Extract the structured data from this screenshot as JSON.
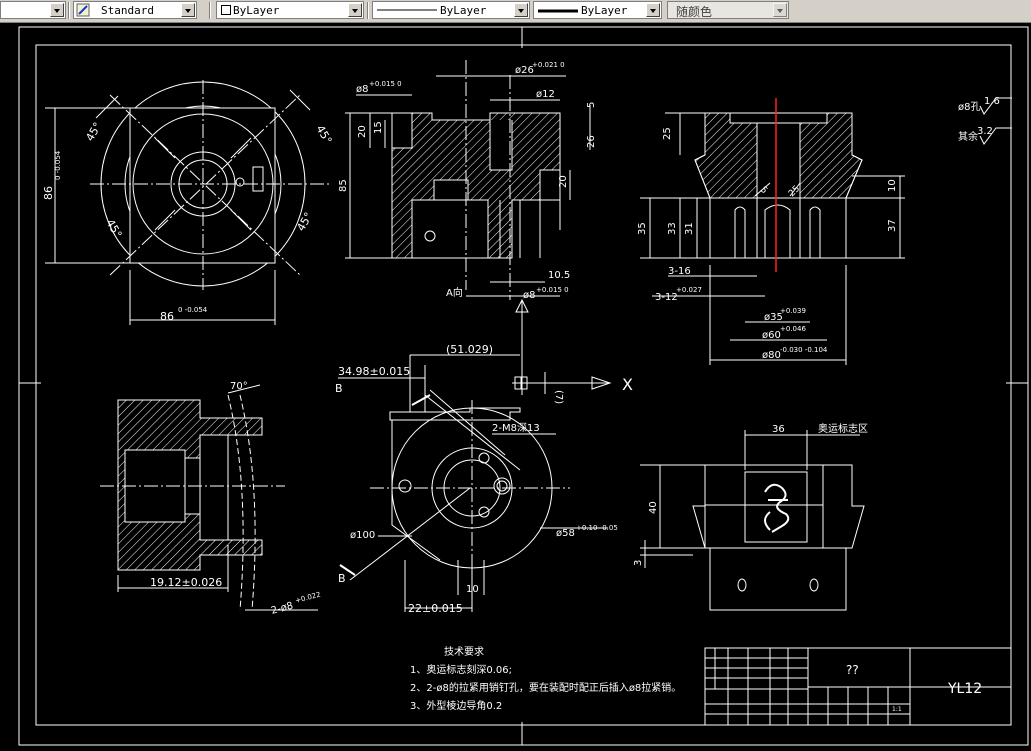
{
  "toolbar": {
    "textstyle": "Standard",
    "layer": "ByLayer",
    "linetype": "ByLayer",
    "lineweight": "ByLayer",
    "color": "随颜色"
  },
  "dims": {
    "d86_top": "86",
    "d86_top_tol": "0 -0.054",
    "d86_left": "86",
    "d86_left_tol": "0 -0.054",
    "a45": "45°",
    "d8": "ø8",
    "d8_tol": "+0.015 0",
    "d26": "ø26",
    "d26_tol": "+0.021 0",
    "d12": "ø12",
    "h20a": "20",
    "h15": "15",
    "h5": "5",
    "h26": "26",
    "h85": "85",
    "h20b": "20",
    "d8b": "ø8",
    "d8b_tol": "+0.015 0",
    "w10_5": "10.5",
    "view_a": "A向",
    "h25": "25",
    "h10": "10",
    "h35": "35",
    "h33": "33",
    "h31": "31",
    "h37": "37",
    "r16": "3-16",
    "r12": "3-12",
    "r12_tol": "+0.027",
    "d35": "ø35",
    "d35_tol": "+0.039",
    "d60": "ø60",
    "d60_tol": "+0.046",
    "d80": "ø80",
    "d80_tol": "-0.030 -0.104",
    "r25": "25",
    "r5": "5",
    "ang70": "70°",
    "d19": "19.12±0.026",
    "d2_8": "2-ø8",
    "d2_8_tol": "+0.022",
    "d34": "34.98±0.015",
    "d51": "(51.029)",
    "m8": "2-M8深13",
    "d100": "ø100",
    "d58": "ø58",
    "d58_tol": "+0.10 -0.05",
    "w10": "10",
    "d22": "22±0.015",
    "w7": "(7)",
    "axis_x": "X",
    "sec_b": "B",
    "h36": "36",
    "logo_area": "奥运标志区",
    "h40": "40",
    "h3": "3"
  },
  "roughness": {
    "r1_label": "ø8孔",
    "r1_value": "1.6",
    "r2_label": "其余",
    "r2_value": "3.2"
  },
  "notes": {
    "title": "技术要求",
    "n1": "1、奥运标志刻深0.06;",
    "n2": "2、2-ø8的拉紧用销钉孔，要在装配时配正后插入ø8拉紧销。",
    "n3": "3、外型棱边导角0.2"
  },
  "title_block": {
    "name": "??",
    "code": "YL12",
    "scale": "1:1"
  }
}
